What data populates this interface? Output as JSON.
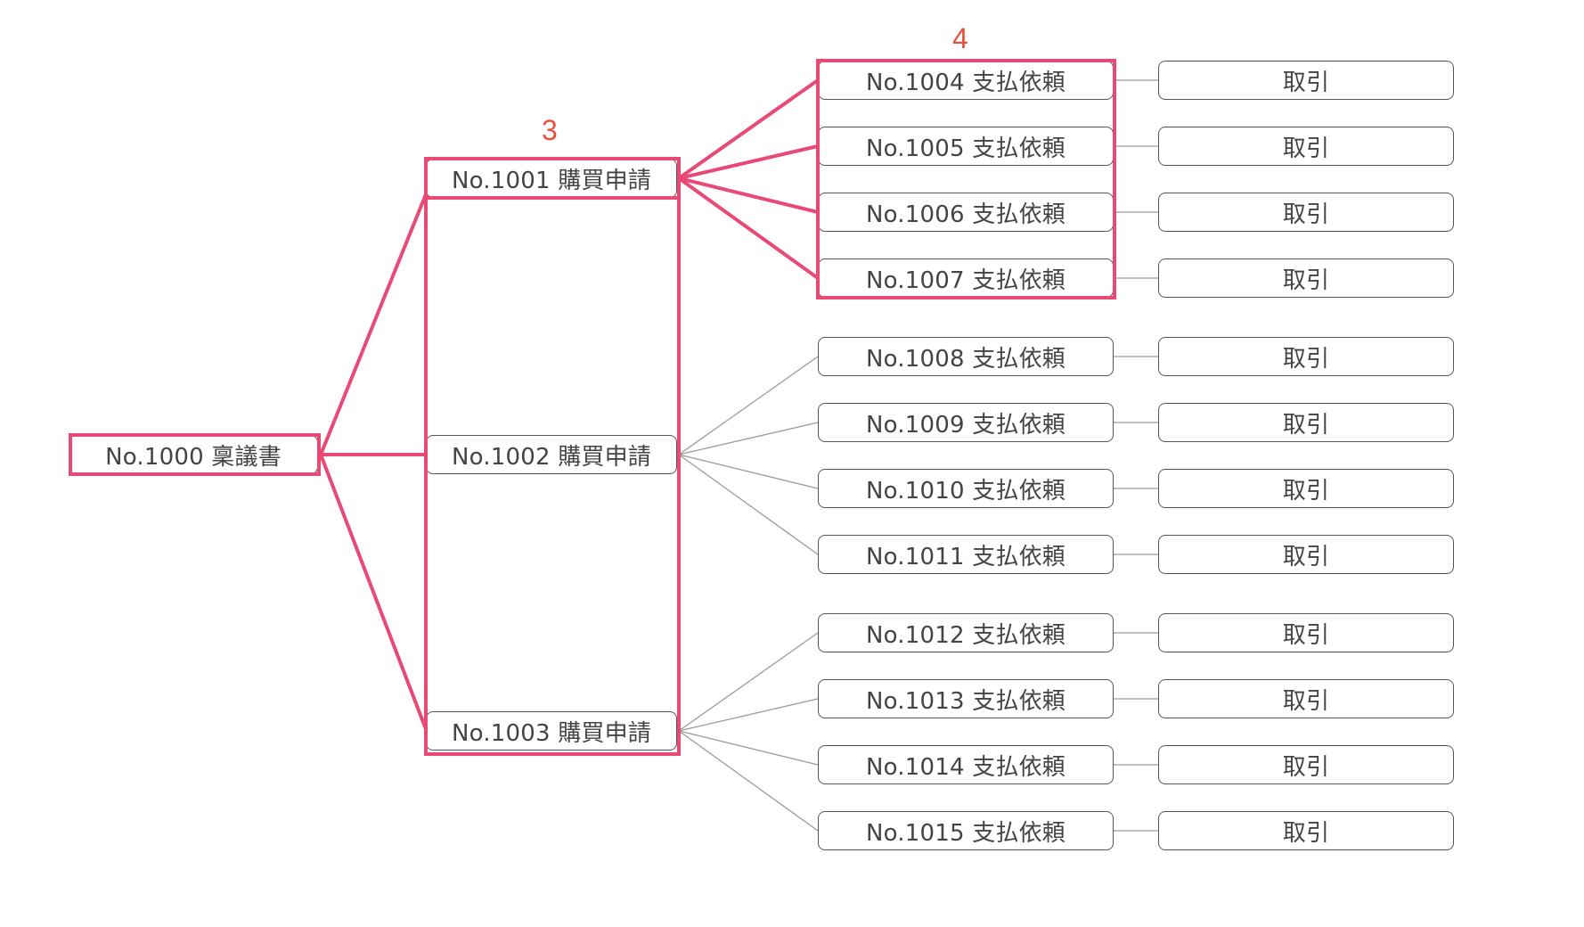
{
  "colors": {
    "highlight": "#e84a75",
    "callout_text": "#e8503a",
    "node_border": "#555555",
    "node_text": "#444444"
  },
  "root": {
    "label": "No.1000 稟議書"
  },
  "purchase_requests": [
    {
      "label": "No.1001 購買申請",
      "payments": [
        {
          "label": "No.1004 支払依頼",
          "transaction": "取引"
        },
        {
          "label": "No.1005 支払依頼",
          "transaction": "取引"
        },
        {
          "label": "No.1006 支払依頼",
          "transaction": "取引"
        },
        {
          "label": "No.1007 支払依頼",
          "transaction": "取引"
        }
      ]
    },
    {
      "label": "No.1002 購買申請",
      "payments": [
        {
          "label": "No.1008 支払依頼",
          "transaction": "取引"
        },
        {
          "label": "No.1009 支払依頼",
          "transaction": "取引"
        },
        {
          "label": "No.1010 支払依頼",
          "transaction": "取引"
        },
        {
          "label": "No.1011 支払依頼",
          "transaction": "取引"
        }
      ]
    },
    {
      "label": "No.1003 購買申請",
      "payments": [
        {
          "label": "No.1012 支払依頼",
          "transaction": "取引"
        },
        {
          "label": "No.1013 支払依頼",
          "transaction": "取引"
        },
        {
          "label": "No.1014 支払依頼",
          "transaction": "取引"
        },
        {
          "label": "No.1015 支払依頼",
          "transaction": "取引"
        }
      ]
    }
  ],
  "callouts": {
    "level3": "3",
    "level4": "4"
  }
}
